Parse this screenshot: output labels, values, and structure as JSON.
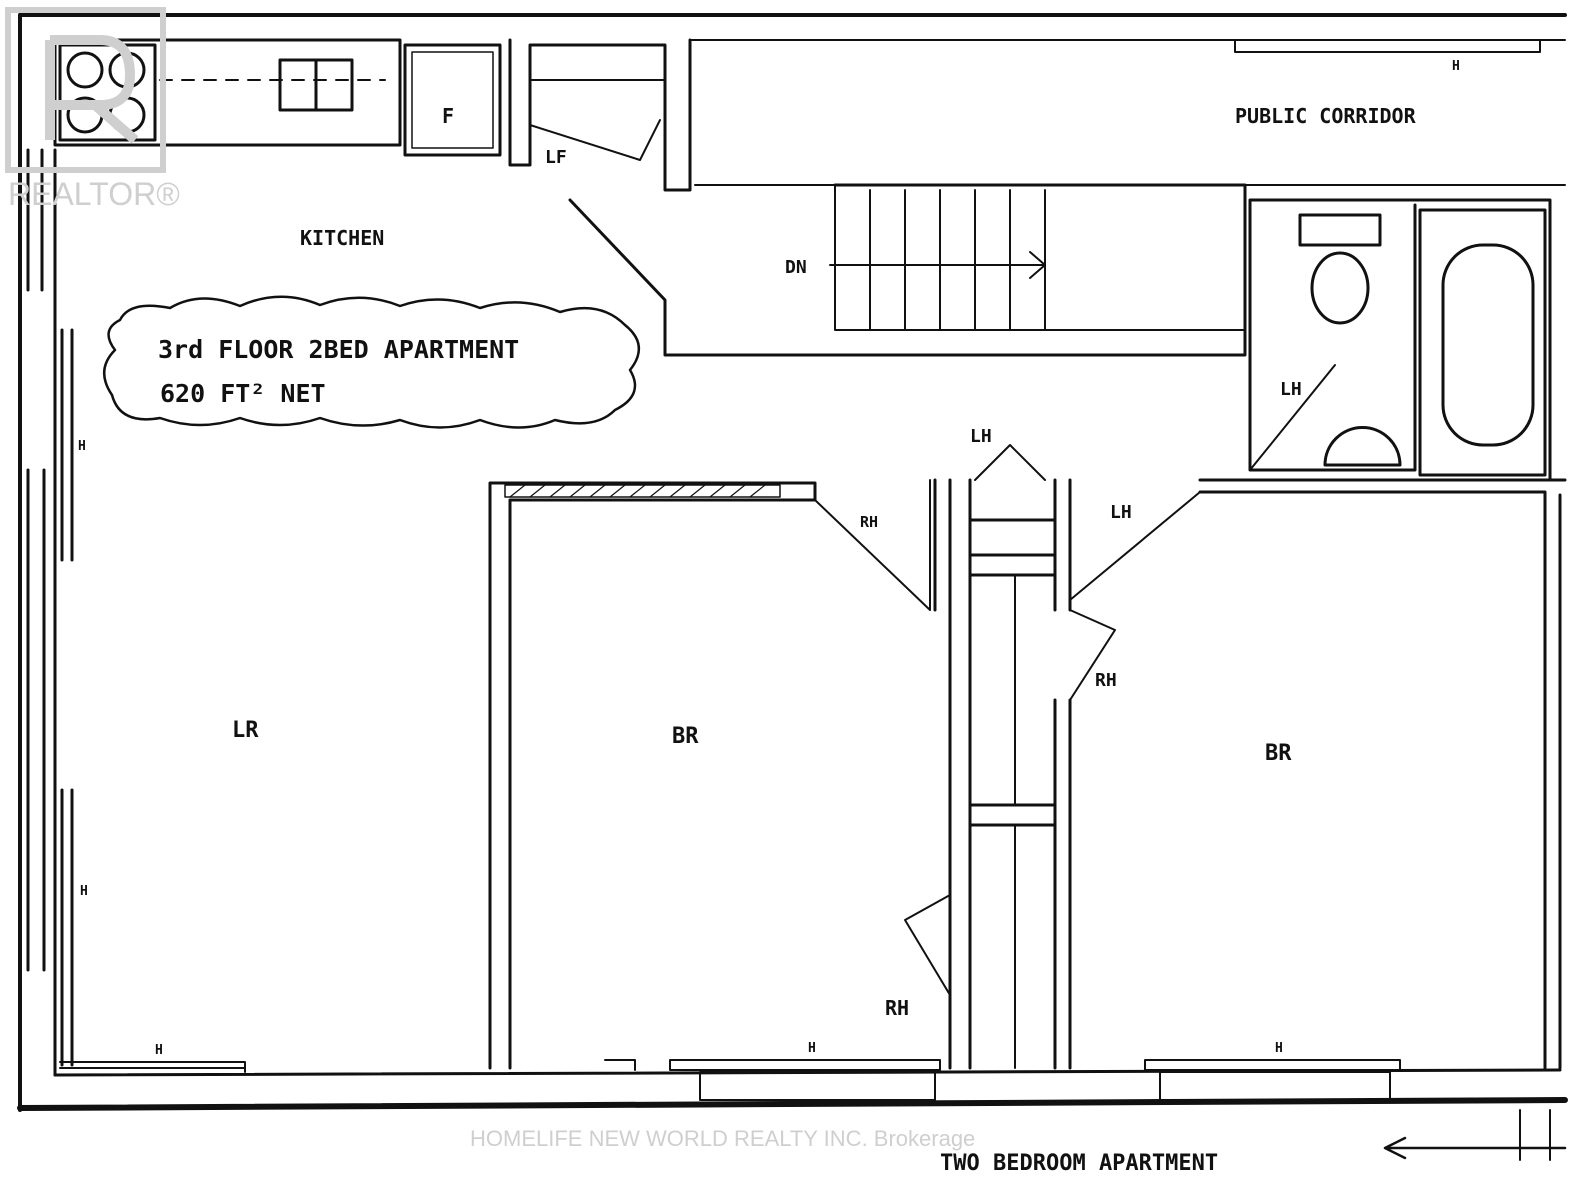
{
  "colors": {
    "ink": "#111111",
    "paper": "#ffffff",
    "watermark": "#cfcfcf"
  },
  "plan": {
    "title_line1": "3rd FLOOR 2BED APARTMENT",
    "title_line2": "620 FT² NET",
    "bottom_caption": "TWO BEDROOM APARTMENT",
    "rooms": {
      "kitchen": "KITCHEN",
      "living": "LR",
      "bedroom_left": "BR",
      "bedroom_right": "BR",
      "corridor": "PUBLIC CORRIDOR",
      "stairs": "DN"
    },
    "door_marks": {
      "lf": "LF",
      "rh_bedroom": "RH",
      "lh_top": "LH",
      "lh_closet": "LH",
      "lh_bath": "LH",
      "rh_closet": "RH",
      "rh_bottom": "RH",
      "f_fridge": "F"
    },
    "heater_mark": "H"
  },
  "watermarks": {
    "realtor": "REALTOR®",
    "brokerage": "HOMELIFE NEW WORLD REALTY INC. Brokerage"
  }
}
